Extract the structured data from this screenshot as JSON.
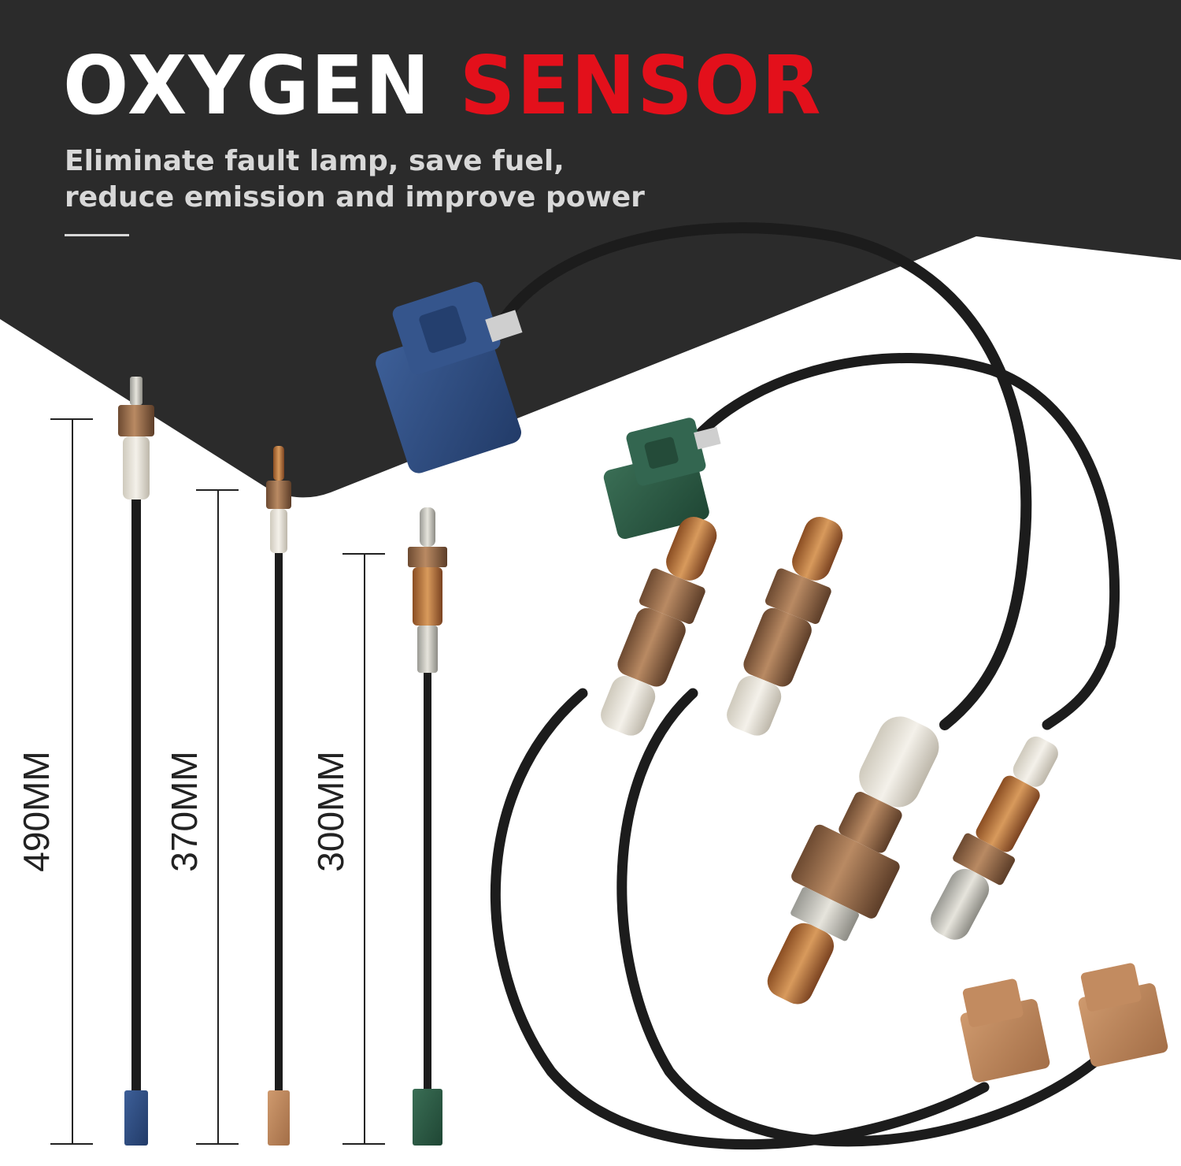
{
  "headline": {
    "word1": "OXYGEN",
    "word2": "SENSOR"
  },
  "tagline": "Eliminate fault lamp, save fuel, reduce emission and improve power",
  "dimensions": [
    {
      "label": "490MM",
      "connector": "blue-connector"
    },
    {
      "label": "370MM",
      "connector": "tan-connector"
    },
    {
      "label": "300MM",
      "connector": "green-connector"
    }
  ],
  "colors": {
    "background_dark": "#2b2b2b",
    "accent_red": "#e3101b",
    "connector_blue": "#2f4e86",
    "connector_green": "#2f5d45",
    "connector_tan": "#b9825a",
    "cable": "#1c1c1c",
    "sensor_bronze": "#9c6a45"
  }
}
